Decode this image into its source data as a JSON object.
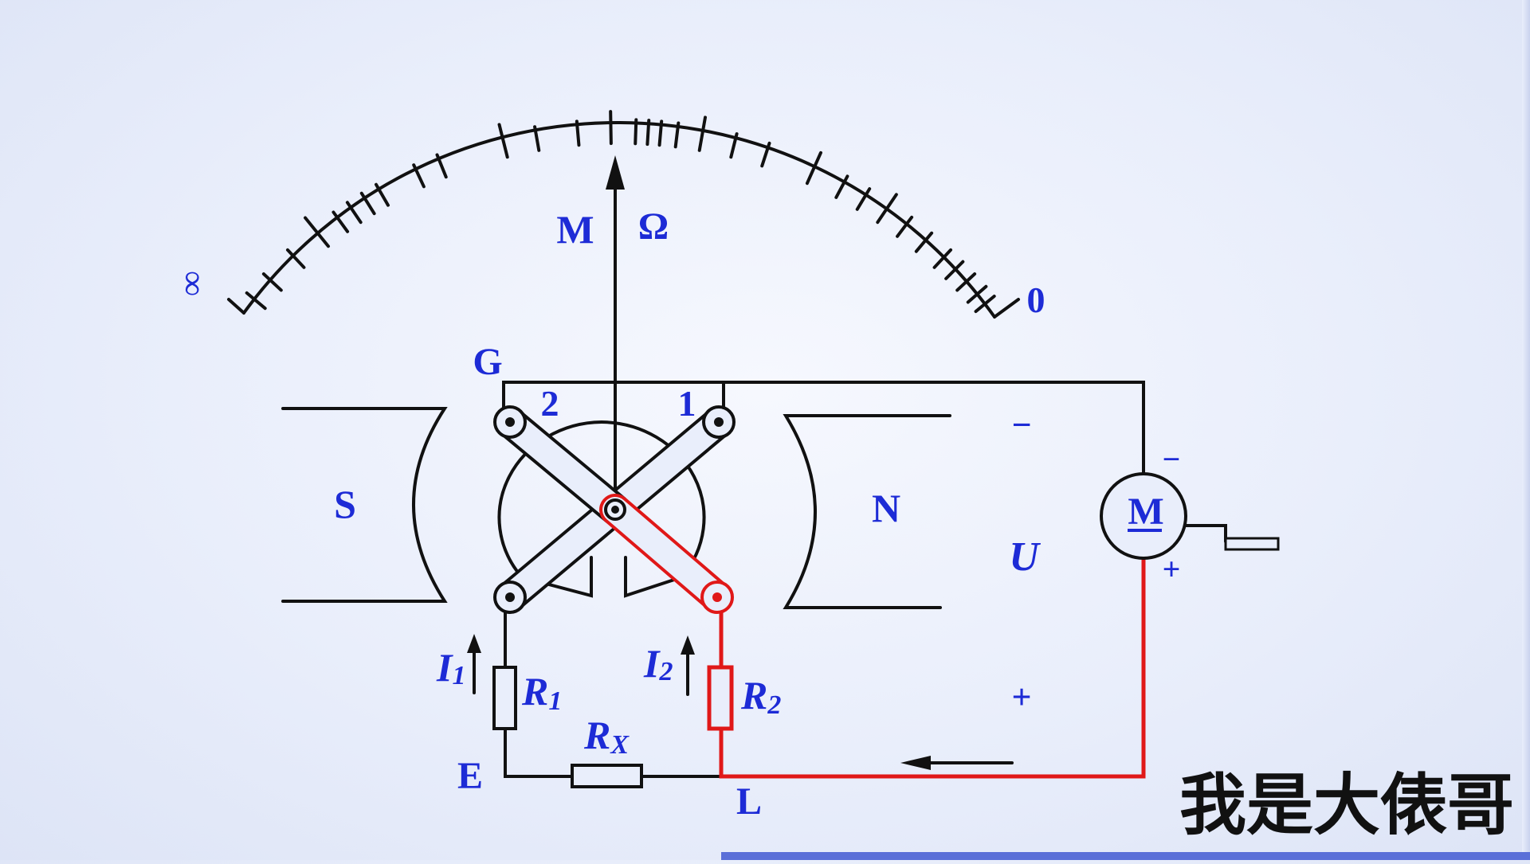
{
  "scale": {
    "left_label": "∞",
    "right_label": "0",
    "unit_prefix": "M",
    "unit_symbol": "Ω"
  },
  "terminals": {
    "g": "G",
    "e": "E",
    "l": "L"
  },
  "coils": {
    "coil_2": "2",
    "coil_1": "1"
  },
  "magnet": {
    "south": "S",
    "north": "N"
  },
  "voltage": {
    "minus": "−",
    "symbol": "U",
    "plus": "+"
  },
  "generator": {
    "symbol": "M",
    "minus": "−",
    "plus": "+"
  },
  "currents": {
    "i1": "I",
    "i1_sub": "1",
    "i2": "I",
    "i2_sub": "2"
  },
  "resistors": {
    "r1": "R",
    "r1_sub": "1",
    "r2": "R",
    "r2_sub": "2",
    "rx": "R",
    "rx_sub": "X"
  },
  "watermark": "我是大俵哥",
  "colors": {
    "label_blue": "#1d2bd6",
    "wire_black": "#111111",
    "wire_red": "#e01818"
  }
}
